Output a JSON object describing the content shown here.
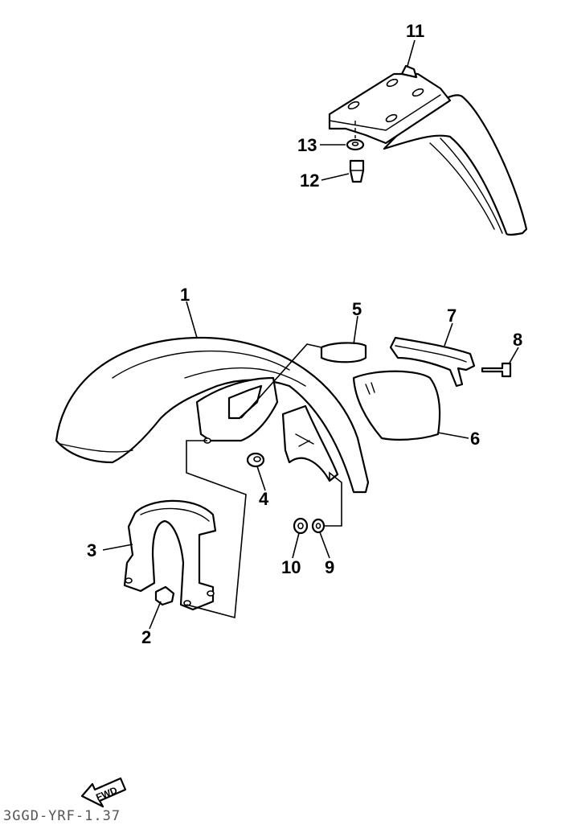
{
  "callouts": {
    "c1": "1",
    "c2": "2",
    "c3": "3",
    "c4": "4",
    "c5": "5",
    "c6": "6",
    "c7": "7",
    "c8": "8",
    "c9": "9",
    "c10": "10",
    "c11": "11",
    "c12": "12",
    "c13": "13"
  },
  "fwd_label": "FWD",
  "drawing_code": "3GGD-YRF-1.37"
}
